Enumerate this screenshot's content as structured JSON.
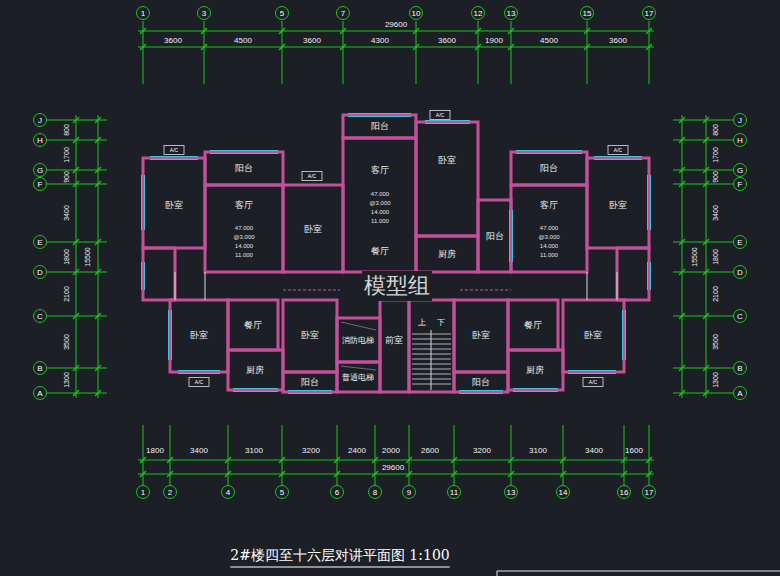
{
  "diagram": {
    "title": "2#楼四至十六层对讲平面图 1:100",
    "labels": [
      "1",
      "3",
      "5",
      "7",
      "10",
      "12",
      "13",
      "15",
      "17",
      "29600",
      "3600",
      "4500",
      "3600",
      "4300",
      "3600",
      "1900",
      "4500",
      "3600",
      "J",
      "H",
      "G",
      "F",
      "E",
      "D",
      "C",
      "B",
      "A",
      "800",
      "1700",
      "900",
      "3400",
      "1800",
      "2100",
      "3500",
      "1300",
      "15500",
      "J",
      "H",
      "G",
      "F",
      "E",
      "D",
      "C",
      "B",
      "A",
      "800",
      "1700",
      "900",
      "3400",
      "1800",
      "2100",
      "3500",
      "1300",
      "15500",
      "1800",
      "3400",
      "3100",
      "3200",
      "2400",
      "2000",
      "2600",
      "3200",
      "3100",
      "3400",
      "1600",
      "29600",
      "1",
      "2",
      "4",
      "5",
      "6",
      "8",
      "9",
      "11",
      "13",
      "14",
      "16",
      "17",
      "卧室",
      "阳台",
      "客厅",
      "47.000",
      "@3.000",
      "14.000",
      "11.000",
      "卧室",
      "阳台",
      "客厅",
      "47.000",
      "@3.000",
      "14.000",
      "11.000",
      "餐厅",
      "卧室",
      "厨房",
      "阳台",
      "阳台",
      "客厅",
      "47.000",
      "@3.000",
      "14.000",
      "11.000",
      "卧室",
      "卧室",
      "餐厅",
      "厨房",
      "卧室",
      "阳台",
      "消防电梯",
      "普通电梯",
      "前室",
      "上",
      "下",
      "卧室",
      "阳台",
      "餐厅",
      "厨房",
      "卧室",
      "A/C",
      "A/C",
      "A/C",
      "A/C",
      "A/C",
      "A/C",
      "模型组"
    ]
  }
}
